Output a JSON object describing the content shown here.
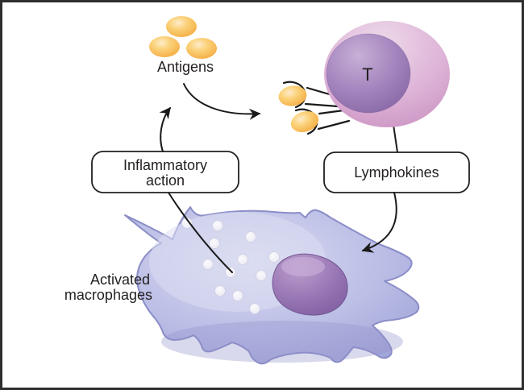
{
  "diagram": {
    "description": "Immune response cycle diagram",
    "labels": {
      "antigens": "Antigens",
      "t_cell": "T",
      "lymphokines": "Lymphokines",
      "inflammatory_line1": "Inflammatory",
      "inflammatory_line2": "action",
      "activated_line1": "Activated",
      "activated_line2": "macrophages"
    },
    "colors": {
      "background": "#ffffff",
      "border": "#2e2e2e",
      "line": "#1a1a1a",
      "text": "#231f20",
      "antigen_light": "#fdeab1",
      "antigen_mid": "#fbd27a",
      "antigen_dark": "#ef9f33",
      "t_cell_outer_light": "#eedbea",
      "t_cell_outer": "#ddb2d7",
      "t_cell_outer_edge": "#cb92c2",
      "t_nucleus_light": "#c7b0d6",
      "t_nucleus": "#a888c0",
      "t_nucleus_edge": "#7d5f9e",
      "macrophage_light": "#dadcf1",
      "macrophage_mid": "#bcbfe6",
      "macrophage_edge": "#9fa2d6",
      "macrophage_outline": "#8b8dc7",
      "mac_nucleus_light": "#bb9cca",
      "mac_nucleus": "#8f6cae",
      "mac_nucleus_edge": "#7b589c",
      "granule": "#f0eff7"
    }
  }
}
